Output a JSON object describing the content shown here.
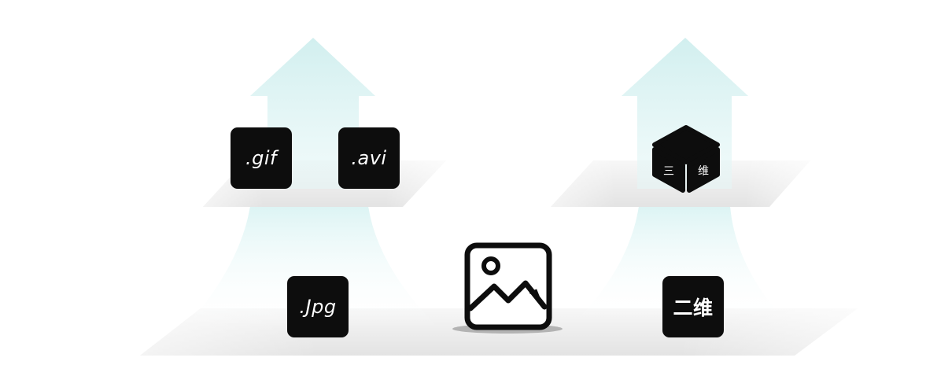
{
  "colors": {
    "arrow": "#cdeeee",
    "platform": "#e8e8e8",
    "tile": "#0d0d0d",
    "tile_text": "#ffffff"
  },
  "tiles": {
    "gif": ".gif",
    "avi": ".avi",
    "jpg": ".Jpg",
    "two_d": "二维"
  },
  "cube": {
    "left_face": "三",
    "right_face": "维"
  },
  "icons": {
    "center": "image-icon",
    "top_right": "cube-icon"
  }
}
